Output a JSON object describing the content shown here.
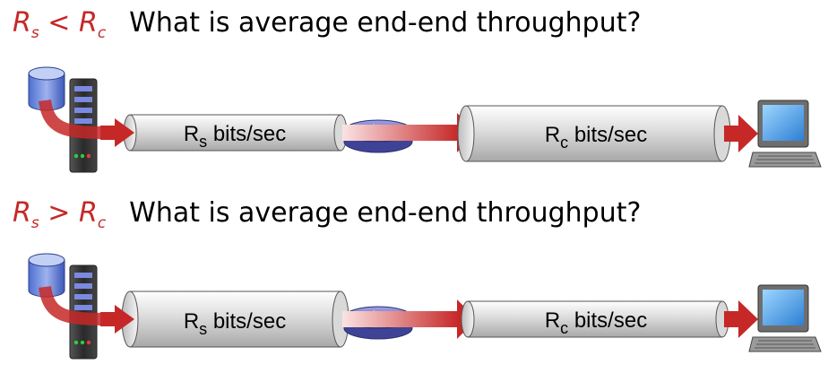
{
  "scenarios": [
    {
      "condition_main": "R",
      "condition_sub1": "s",
      "condition_op": "<",
      "condition_sub2": "c",
      "question": "What is average end-end throughput?",
      "server_pipe": {
        "label_main": "R",
        "label_sub": "s",
        "label_unit": " bits/sec"
      },
      "client_pipe": {
        "label_main": "R",
        "label_sub": "c",
        "label_unit": " bits/sec"
      }
    },
    {
      "condition_main": "R",
      "condition_sub1": "s",
      "condition_op": ">",
      "condition_sub2": "c",
      "question": "What is average end-end throughput?",
      "server_pipe": {
        "label_main": "R",
        "label_sub": "s",
        "label_unit": " bits/sec"
      },
      "client_pipe": {
        "label_main": "R",
        "label_sub": "c",
        "label_unit": " bits/sec"
      }
    }
  ],
  "colors": {
    "condition": "#c62828",
    "arrow": "#c62828",
    "pipe": "#e6e6e6",
    "router": "#6f72c8"
  }
}
